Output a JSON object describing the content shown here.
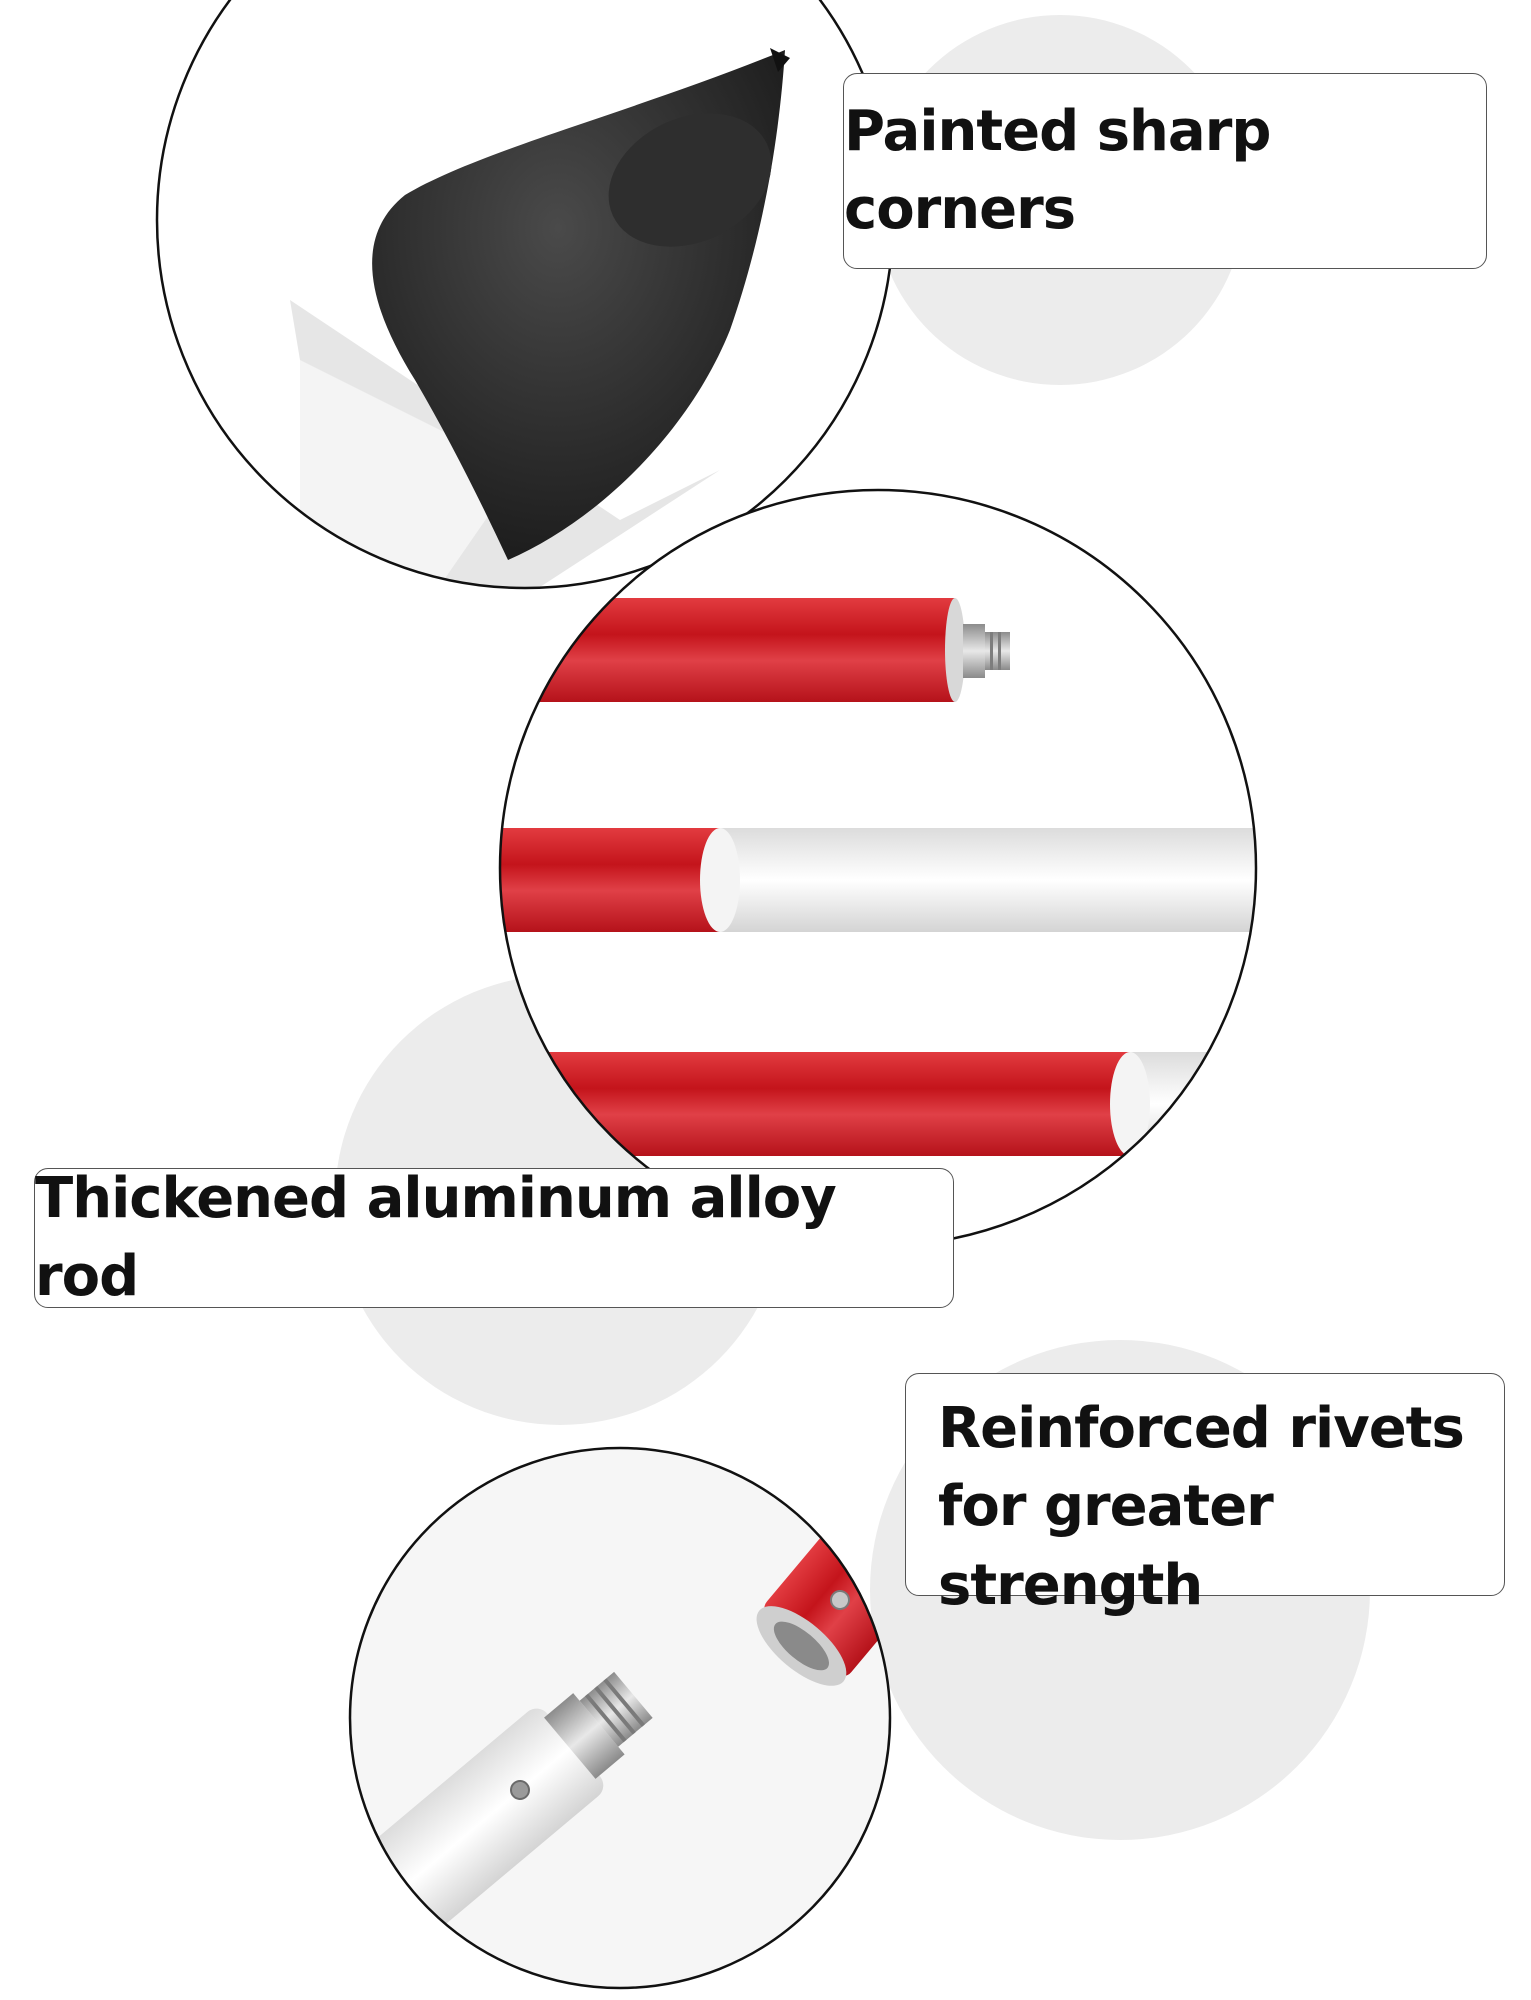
{
  "colors": {
    "background": "#ffffff",
    "blob": "#ececec",
    "tip_black": "#262626",
    "rod_red": "#c71a20",
    "rod_white": "#ececec",
    "steel": "#b7b7b7",
    "outline": "#111111"
  },
  "callouts": {
    "top": {
      "text": "Painted sharp corners"
    },
    "middle": {
      "text": "Thickened aluminum alloy rod"
    },
    "bottom": {
      "line1": "Reinforced rivets",
      "line2": "for greater strength"
    }
  }
}
